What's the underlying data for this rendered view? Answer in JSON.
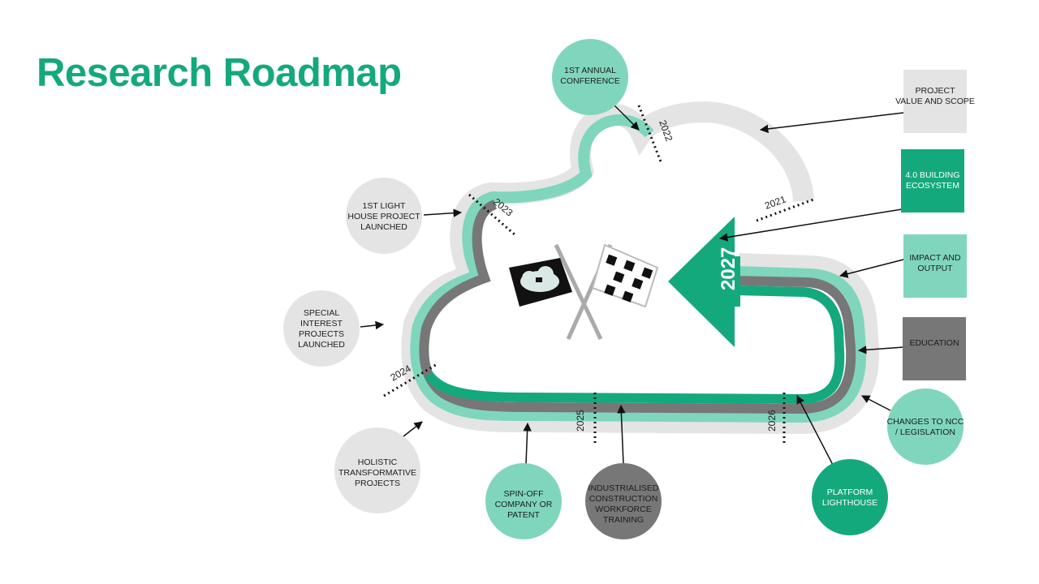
{
  "title": "Research Roadmap",
  "colors": {
    "brand_green": "#14a97d",
    "mint": "#7fd6bd",
    "dark_gray": "#777777",
    "light_gray": "#e4e4e4",
    "title_green": "#14a97d"
  },
  "years": {
    "y2021": "2021",
    "y2022": "2022",
    "y2023": "2023",
    "y2024": "2024",
    "y2025": "2025",
    "y2026": "2026",
    "y2027": "2027"
  },
  "milestones": {
    "conference": [
      "1ST ANNUAL",
      "CONFERENCE"
    ],
    "lighthouse_project": [
      "1ST LIGHT",
      "HOUSE PROJECT",
      "LAUNCHED"
    ],
    "special_interest": [
      "SPECIAL",
      "INTEREST",
      "PROJECTS",
      "LAUNCHED"
    ],
    "holistic": [
      "HOLISTIC",
      "TRANSFORMATIVE",
      "PROJECTS"
    ],
    "spinoff": [
      "SPIN-OFF",
      "COMPANY OR",
      "PATENT"
    ],
    "industrialised": [
      "INDUSTRIALISED",
      "CONSTRUCTION",
      "WORKFORCE",
      "TRAINING"
    ],
    "platform": [
      "PLATFORM",
      "LIGHTHOUSE"
    ],
    "ncc": [
      "CHANGES TO NCC",
      "/ LEGISLATION"
    ]
  },
  "legend": {
    "project_value": [
      "PROJECT",
      "VALUE AND SCOPE"
    ],
    "building_ecosystem": [
      "4.0 BUILDING",
      "ECOSYSTEM"
    ],
    "impact_output": [
      "IMPACT AND",
      "OUTPUT"
    ],
    "education": [
      "EDUCATION"
    ]
  },
  "icons": [
    "cloud-flag-icon",
    "checkered-flag-icon",
    "arrow-2027-icon"
  ]
}
